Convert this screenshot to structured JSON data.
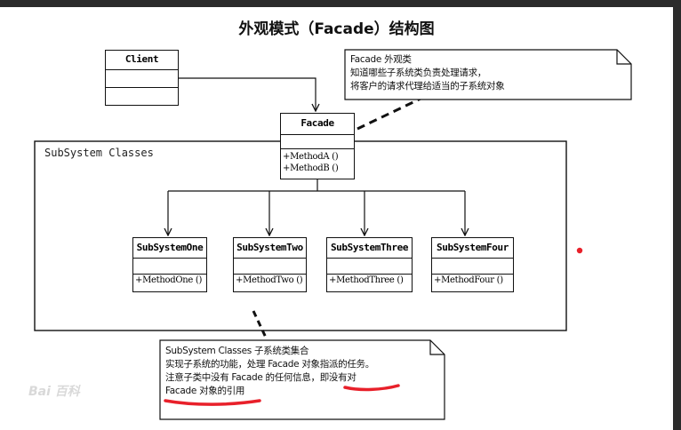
{
  "title": "外观模式（Facade）结构图",
  "client": {
    "name": "Client"
  },
  "facade": {
    "name": "Facade",
    "methods": [
      "+MethodA ()",
      "+MethodB ()"
    ]
  },
  "facade_note": {
    "lines": [
      "Facade  外观类",
      "知道哪些子系统类负责处理请求，",
      "将客户的请求代理给适当的子系统对象"
    ]
  },
  "subsystem_frame": {
    "label": "SubSystem Classes"
  },
  "subsystems": [
    {
      "name": "SubSystemOne",
      "method": "+MethodOne ()"
    },
    {
      "name": "SubSystemTwo",
      "method": "+MethodTwo ()"
    },
    {
      "name": "SubSystemThree",
      "method": "+MethodThree ()"
    },
    {
      "name": "SubSystemFour",
      "method": "+MethodFour ()"
    }
  ],
  "subsystem_note": {
    "lines": [
      "SubSystem Classes   子系统类集合",
      "实现子系统的功能，处理 Facade 对象指派的任务。",
      "注意子类中没有 Facade 的任何信息，即没有对",
      "Facade 对象的引用"
    ]
  },
  "watermark": "Bai 百科",
  "colors": {
    "line": "#111111",
    "highlight": "#e8202a",
    "background": "#2b2b2b"
  }
}
